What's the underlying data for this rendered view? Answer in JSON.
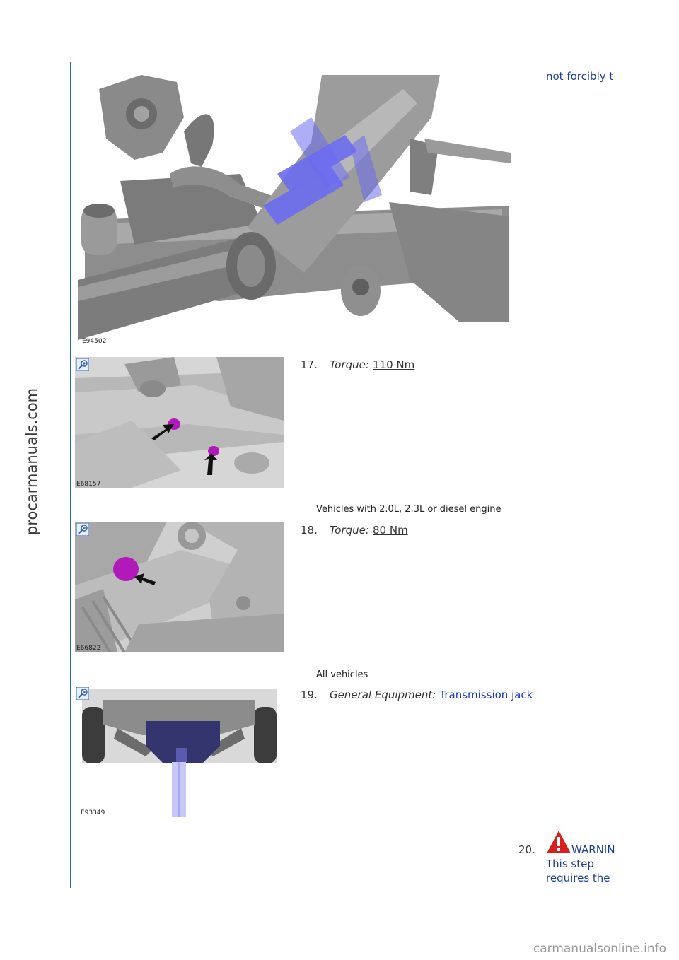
{
  "watermark_side": "procarmanuals.com",
  "watermark_footer": "carmanualsonline.info",
  "top_right_text": "not forcibly t",
  "figures": [
    {
      "label": "E94502"
    },
    {
      "label": "E68157"
    },
    {
      "label": "E66822"
    },
    {
      "label": "E93349"
    }
  ],
  "steps": {
    "s17": {
      "number": "17.",
      "label": "Torque:",
      "value": "110 Nm"
    },
    "note18": "Vehicles with 2.0L, 2.3L or diesel engine",
    "s18": {
      "number": "18.",
      "label": "Torque:",
      "value": "80 Nm"
    },
    "note19": "All vehicles",
    "s19": {
      "number": "19.",
      "label": "General Equipment:",
      "value": "Transmission jack"
    },
    "s20": {
      "number": "20.",
      "warning": "WARNIN",
      "line1": "This step",
      "line2": "requires the"
    }
  },
  "colors": {
    "accent": "#2e63b8",
    "link": "#1a3ccf",
    "highlight": "#b01ab8",
    "strap": "#6c6cf0"
  }
}
